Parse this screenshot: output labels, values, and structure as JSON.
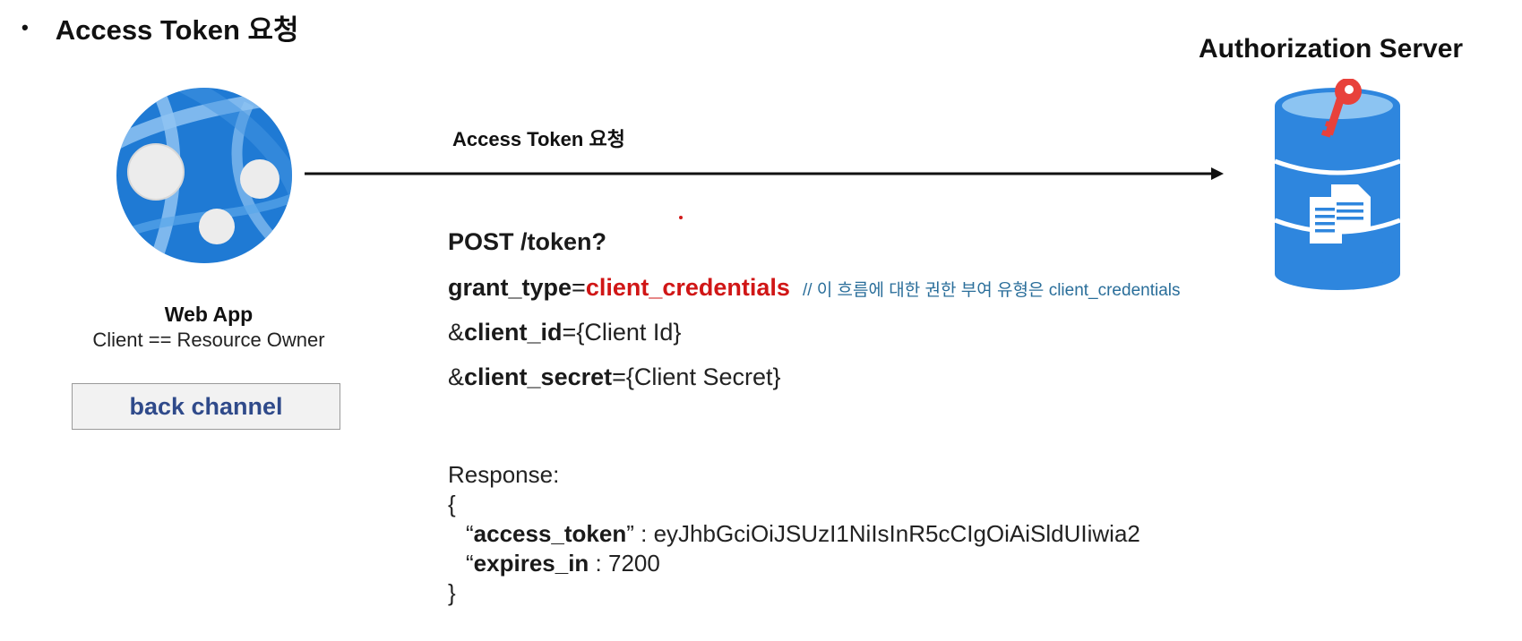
{
  "heading": {
    "bullet": "•",
    "text": "Access Token 요청"
  },
  "server_title": "Authorization Server",
  "webapp": {
    "name": "Web App",
    "subtitle": "Client == Resource Owner",
    "icon": "azure-web-app-globe-icon"
  },
  "back_channel_label": "back channel",
  "arrow_label": "Access Token 요청",
  "request": {
    "line1": "POST /token?",
    "grant_type_key": "grant_type",
    "grant_type_eq": "=",
    "grant_type_value": "client_credentials",
    "comment": "// 이 흐름에 대한 권한 부여 유형은 client_credentials",
    "client_id_amp": "&",
    "client_id_key": "client_id",
    "client_id_eq": "=",
    "client_id_value": "{Client Id}",
    "client_secret_amp": "&",
    "client_secret_key": "client_secret",
    "client_secret_eq": "=",
    "client_secret_value": "{Client Secret}"
  },
  "response": {
    "label": "Response:",
    "open_brace": "{",
    "access_token_open_quote": "“",
    "access_token_key": "access_token",
    "access_token_sep": "” : ",
    "access_token_value": "eyJhbGciOiJSUzI1NiIsInR5cCIgOiAiSldUIiwia2",
    "expires_in_open_quote": "“",
    "expires_in_key": "expires_in",
    "expires_in_sep": " : ",
    "expires_in_value": "7200",
    "close_brace": "}"
  },
  "server_icon": "database-key-document-icon",
  "colors": {
    "accent_red": "#d01616",
    "comment_blue": "#2a6e9a",
    "button_text": "#2f4a8a",
    "globe_blue": "#1f7ad4",
    "db_blue": "#2e86de",
    "key_red": "#e8413b"
  }
}
